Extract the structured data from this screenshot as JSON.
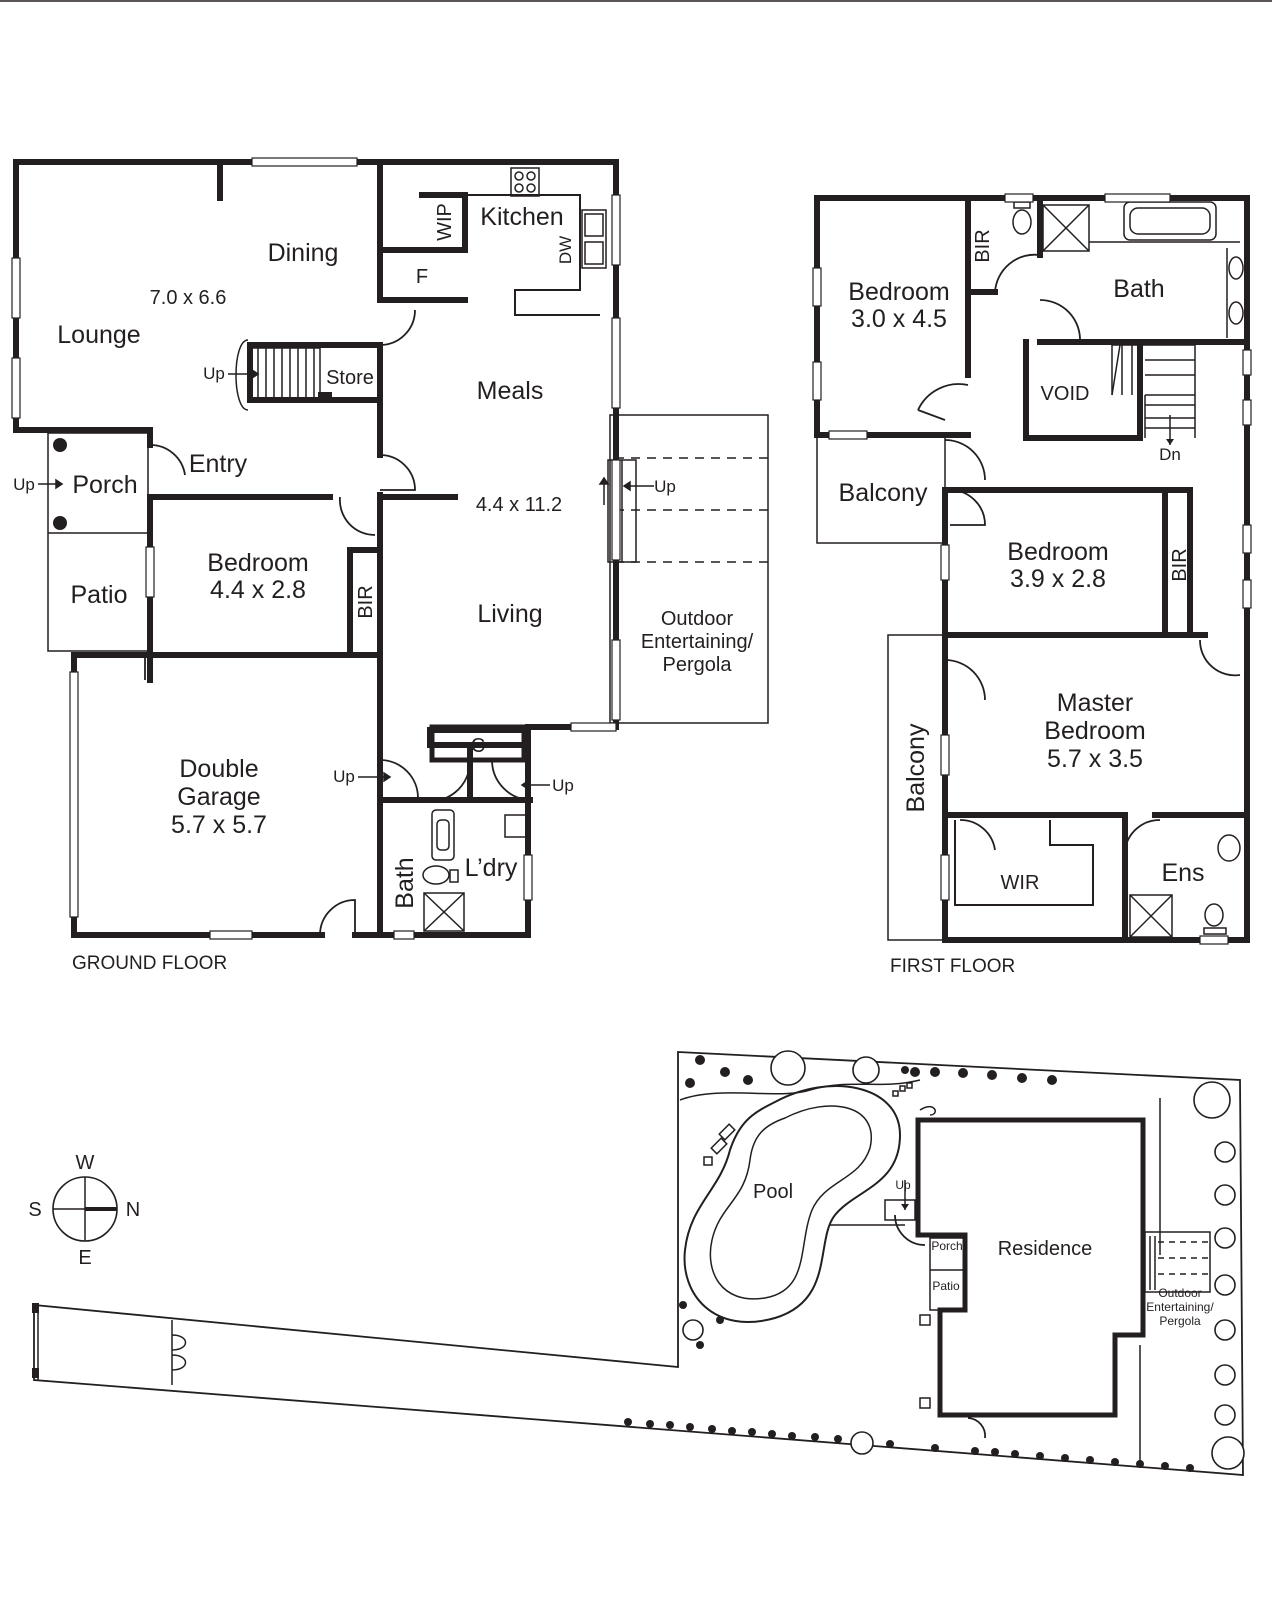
{
  "ground_floor": {
    "title": "GROUND FLOOR",
    "rooms": {
      "dining": "Dining",
      "lounge": "Lounge",
      "lounge_dim": "7.0 x 6.6",
      "kitchen": "Kitchen",
      "wip": "WIP",
      "dw": "DW",
      "fridge": "F",
      "meals": "Meals",
      "store": "Store",
      "entry": "Entry",
      "porch": "Porch",
      "patio": "Patio",
      "living_dim": "4.4 x 11.2",
      "living": "Living",
      "bedroom": "Bedroom",
      "bedroom_dim": "4.4 x 2.8",
      "bir": "BIR",
      "garage_line1": "Double",
      "garage_line2": "Garage",
      "garage_dim": "5.7 x 5.7",
      "cupboard": "C",
      "bath": "Bath",
      "laundry": "L’dry",
      "outdoor_line1": "Outdoor",
      "outdoor_line2": "Entertaining/",
      "outdoor_line3": "Pergola"
    },
    "up_labels": [
      "Up",
      "Up",
      "Up",
      "Up",
      "Up"
    ]
  },
  "first_floor": {
    "title": "FIRST FLOOR",
    "rooms": {
      "bedroom1": "Bedroom",
      "bedroom1_dim": "3.0 x 4.5",
      "bir1": "BIR",
      "bath": "Bath",
      "void": "VOID",
      "dn": "Dn",
      "balcony1": "Balcony",
      "bedroom2": "Bedroom",
      "bedroom2_dim": "3.9 x 2.8",
      "bir2": "BIR",
      "master_line1": "Master",
      "master_line2": "Bedroom",
      "master_dim": "5.7 x 3.5",
      "balcony2": "Balcony",
      "wir": "WIR",
      "ensuite": "Ens"
    }
  },
  "site_plan": {
    "pool": "Pool",
    "residence": "Residence",
    "porch": "Porch",
    "patio": "Patio",
    "up": "Up",
    "outdoor_line1": "Outdoor",
    "outdoor_line2": "Entertaining/",
    "outdoor_line3": "Pergola"
  },
  "compass": {
    "north": "N",
    "south": "S",
    "east": "E",
    "west": "W"
  }
}
